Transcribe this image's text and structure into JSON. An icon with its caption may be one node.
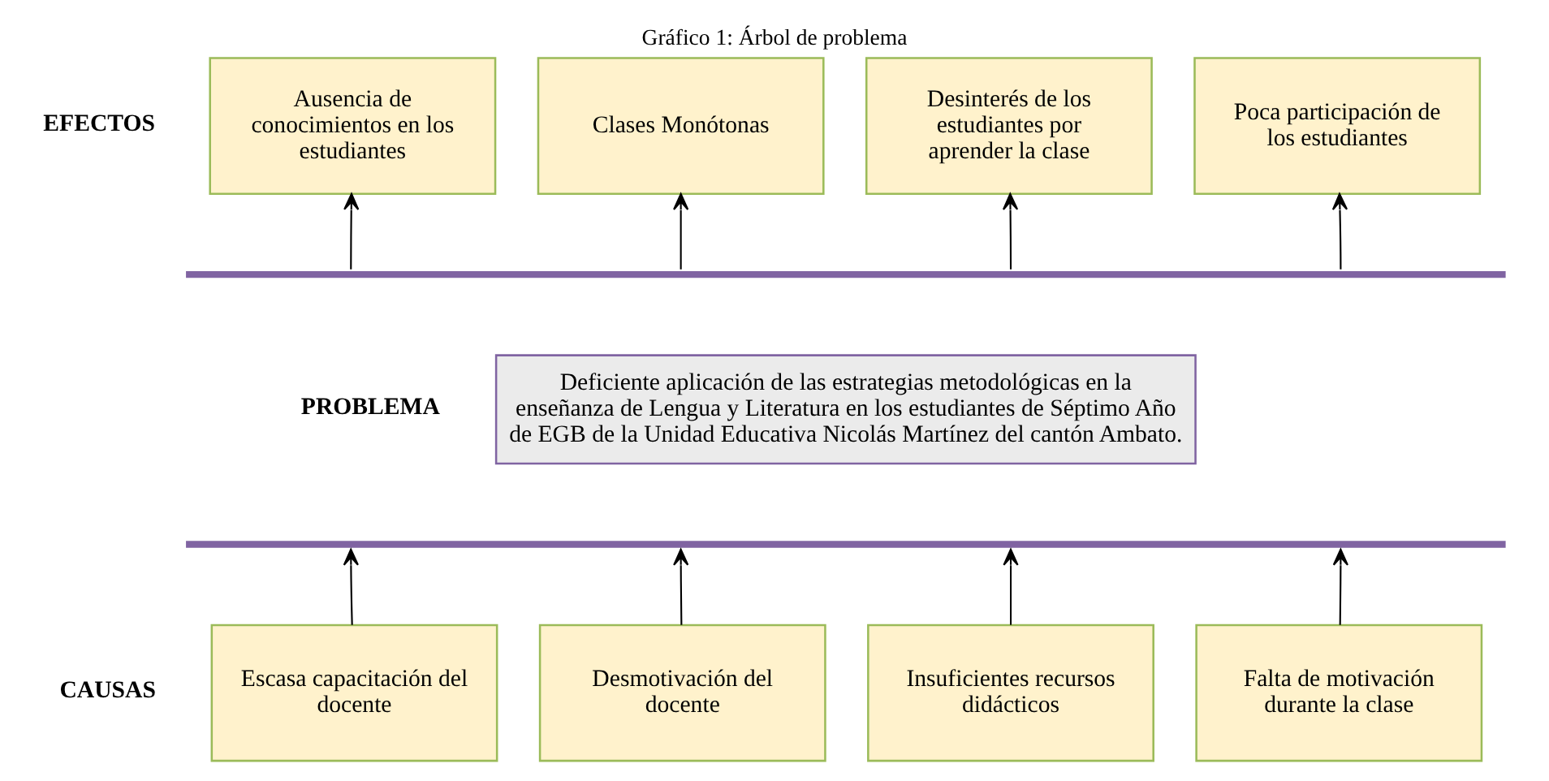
{
  "diagram": {
    "title": "Gráfico 1: Árbol de problema",
    "nodes": [
      {
        "text": [
          "Ausencia de conocimientos en los estudiantes"
        ]
      },
      {
        "text": [
          "Clases Monótonas"
        ]
      },
      {
        "text": [
          "Desinterés de los estudiantes por aprender la clase"
        ]
      },
      {
        "text": [
          "Poca participación de los estudiantes"
        ]
      },
      {
        "text": [],
        "shape": "bar"
      },
      {
        "text": [
          "Deficiente aplicación de las estrategias metodológicas en la enseñanza de Lengua y Literatura en los estudiantes de Séptimo Año de EGB de la Unidad Educativa Nicolás Martínez del cantón Ambato."
        ]
      },
      {
        "text": [],
        "shape": "bar"
      },
      {
        "text": [
          "Escasa capacitación del docente"
        ]
      },
      {
        "text": [
          "Desmotivación del docente"
        ]
      },
      {
        "text": [
          "Insuficientes recursos didácticos"
        ]
      },
      {
        "text": [
          "Falta de motivación durante la clase"
        ]
      }
    ],
    "edges": [
      {
        "from": 4,
        "to": 0,
        "arrow": "to"
      },
      {
        "from": 4,
        "to": 1,
        "arrow": "to"
      },
      {
        "from": 4,
        "to": 2,
        "arrow": "to"
      },
      {
        "from": 4,
        "to": 3,
        "arrow": "to"
      },
      {
        "from": 7,
        "to": 6,
        "arrow": "to"
      },
      {
        "from": 8,
        "to": 6,
        "arrow": "to"
      },
      {
        "from": 9,
        "to": 6,
        "arrow": "to"
      },
      {
        "from": 10,
        "to": 6,
        "arrow": "to"
      }
    ],
    "labels": [
      "EFECTOS",
      "PROBLEMA",
      "CAUSAS"
    ]
  }
}
